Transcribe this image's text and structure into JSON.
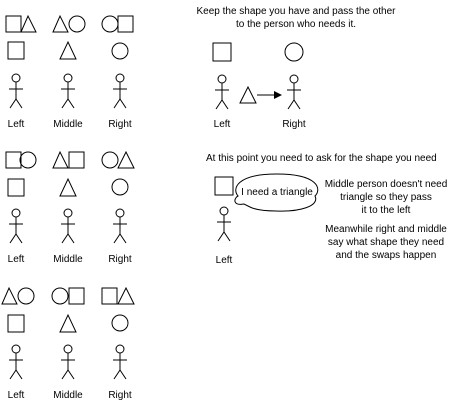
{
  "grid_labels": {
    "left": "Left",
    "middle": "Middle",
    "right": "Right"
  },
  "instructions": {
    "line1": "Keep the shape you have and pass the other",
    "line2": "to the person who needs it.",
    "pass_from_label": "Left",
    "pass_to_label": "Right"
  },
  "ask": {
    "heading": "At this point you need to ask for the shape you need",
    "speech": "I need a triangle",
    "person_label": "Left",
    "note1": [
      "Middle person doesn't need",
      "triangle so they pass",
      "it to the left"
    ],
    "note2": [
      "Meanwhile right and middle",
      "say what shape they need",
      "and the swaps happen"
    ]
  }
}
